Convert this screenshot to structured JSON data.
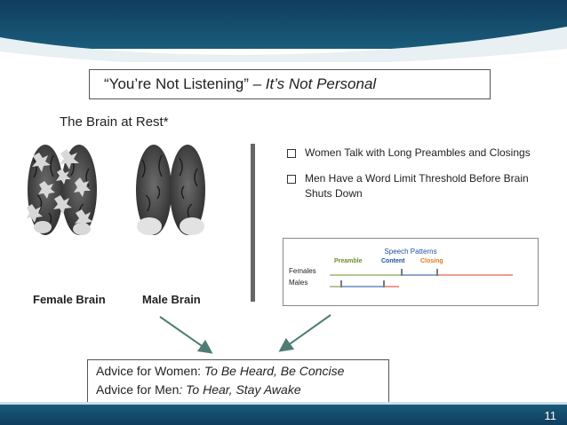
{
  "slide": {
    "title": {
      "main": "“You’re Not Listening”",
      "dash": " – ",
      "italic": "It’s Not Personal"
    },
    "subheading": "The Brain at Rest*",
    "brains": [
      {
        "label": "Female Brain"
      },
      {
        "label": "Male Brain"
      }
    ],
    "bullets": [
      "Women Talk with Long Preambles and Closings",
      "Men Have a Word Limit Threshold Before Brain Shuts Down"
    ],
    "speech_patterns": {
      "title": "Speech Patterns",
      "legend": [
        {
          "label": "Preamble",
          "color": "#6a8e2b"
        },
        {
          "label": "Content",
          "color": "#1f4f9e"
        },
        {
          "label": "Closing",
          "color": "#e07a1f"
        }
      ],
      "rows": [
        {
          "label": "Females"
        },
        {
          "label": "Males"
        }
      ]
    },
    "advice": [
      {
        "prefix": "Advice for Women:  ",
        "italic": "To Be Heard, Be Concise"
      },
      {
        "prefix": "Advice for Men",
        "italic": ":  To Hear, Stay Awake"
      }
    ],
    "slide_number": "11",
    "colors": {
      "header": "#16506f",
      "divider": "#666666",
      "arrow": "#4f7d75"
    }
  }
}
